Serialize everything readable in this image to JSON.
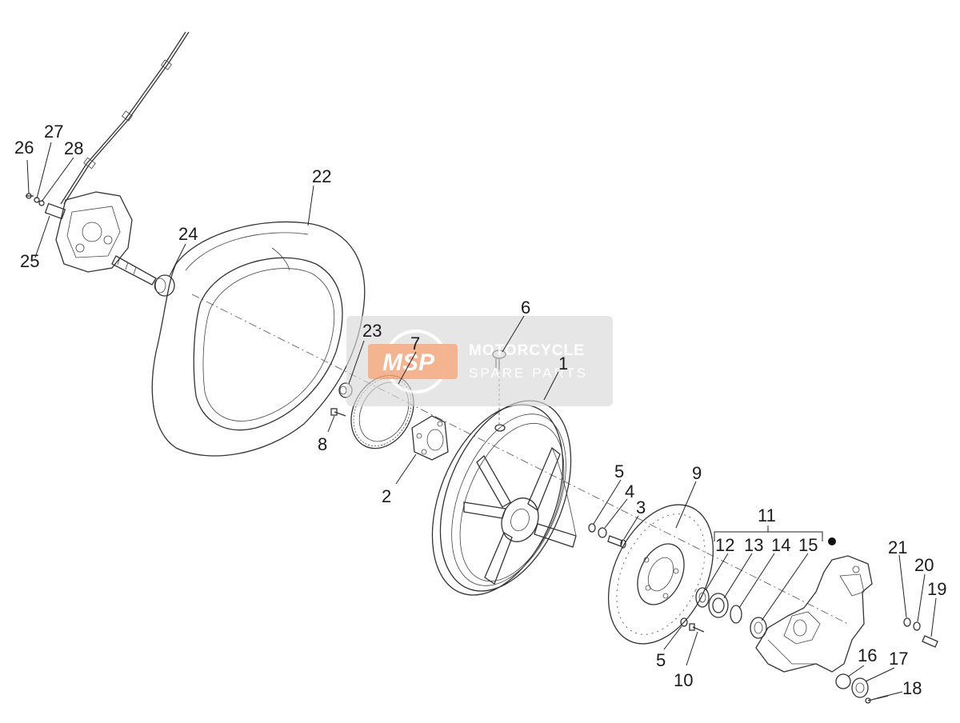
{
  "watermark": {
    "logo": "MSP",
    "title": "MOTORCYCLE",
    "subtitle": "SPARE PARTS"
  },
  "callouts": {
    "c1": "1",
    "c2": "2",
    "c3": "3",
    "c4": "4",
    "c5a": "5",
    "c5b": "5",
    "c6": "6",
    "c7": "7",
    "c8": "8",
    "c9": "9",
    "c10": "10",
    "c11": "11",
    "c12": "12",
    "c13": "13",
    "c14": "14",
    "c15": "15",
    "c16": "16",
    "c17": "17",
    "c18": "18",
    "c19": "19",
    "c20": "20",
    "c21": "21",
    "c22": "22",
    "c23": "23",
    "c24": "24",
    "c25": "25",
    "c26": "26",
    "c27": "27",
    "c28": "28"
  }
}
